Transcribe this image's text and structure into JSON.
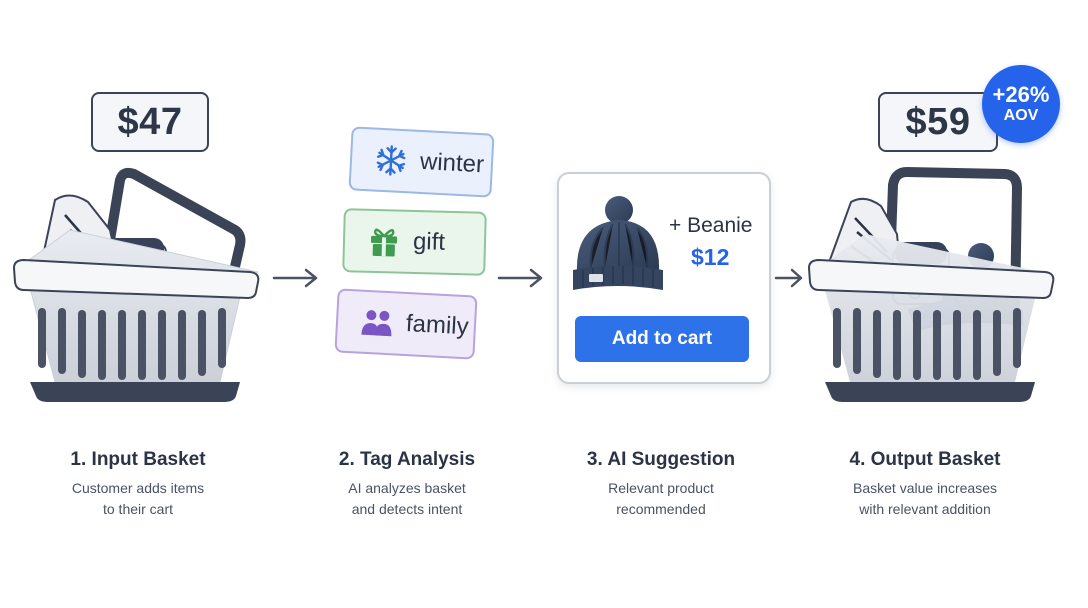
{
  "steps": [
    {
      "title": "1. Input Basket",
      "desc_line1": "Customer adds items",
      "desc_line2": "to their cart"
    },
    {
      "title": "2. Tag Analysis",
      "desc_line1": "AI analyzes basket",
      "desc_line2": "and detects intent"
    },
    {
      "title": "3. AI Suggestion",
      "desc_line1": "Relevant product",
      "desc_line2": "recommended"
    },
    {
      "title": "4. Output Basket",
      "desc_line1": "Basket value increases",
      "desc_line2": "with relevant addition"
    }
  ],
  "input_basket": {
    "price": "$47"
  },
  "tags": [
    {
      "label": "winter",
      "icon": "snowflake-icon",
      "color": "#2f6fd6"
    },
    {
      "label": "gift",
      "icon": "gift-icon",
      "color": "#3f9b4f"
    },
    {
      "label": "family",
      "icon": "family-icon",
      "color": "#7b55c4"
    }
  ],
  "suggestion": {
    "product": "+ Beanie",
    "price": "$12",
    "button_label": "Add to cart",
    "icon": "beanie-icon"
  },
  "output_basket": {
    "price": "$59",
    "badge_value": "+26%",
    "badge_label": "AOV"
  },
  "colors": {
    "accent": "#2563eb",
    "text": "#2b3446",
    "basket_frame": "#3b4456"
  }
}
